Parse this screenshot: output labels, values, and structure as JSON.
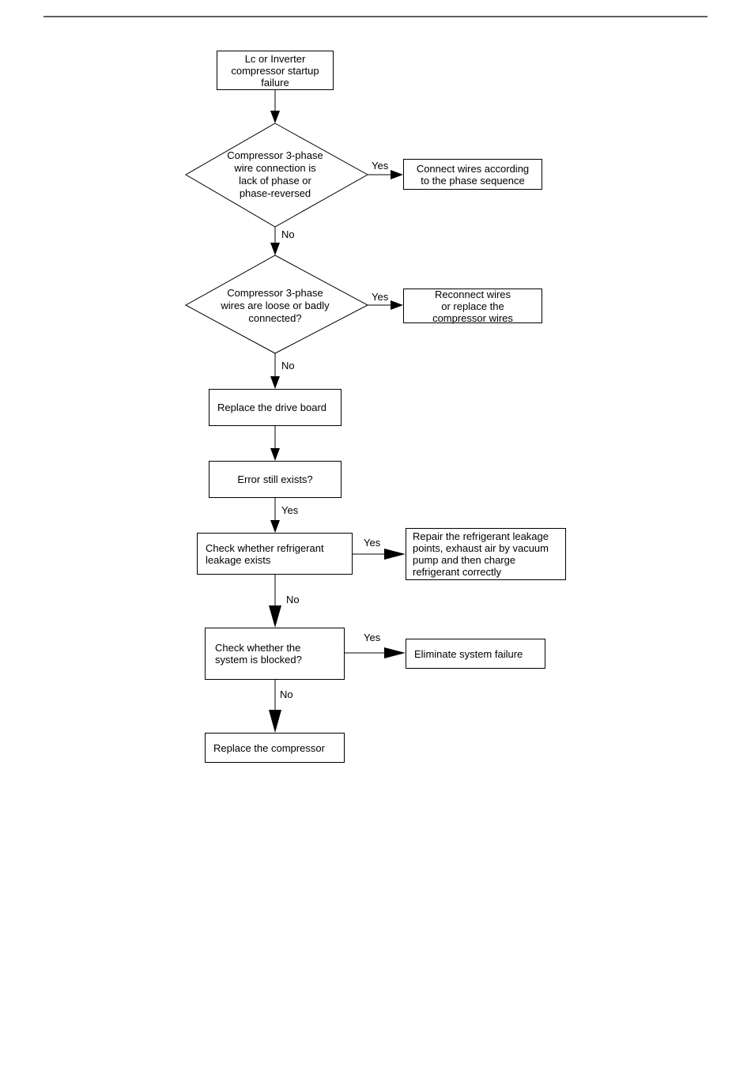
{
  "flowchart": {
    "start": "Lc or Inverter\ncompressor startup\nfailure",
    "decision1": "Compressor 3-phase\nwire connection is\nlack of phase or\nphase-reversed",
    "action1": "Connect wires according\nto the phase sequence",
    "decision2": "Compressor 3-phase\nwires are loose or badly\nconnected?",
    "action2": "Reconnect wires\nor replace the\ncompressor  wires",
    "step_drive_board": "Replace the drive board",
    "check_error": "Error still exists?",
    "check_leakage": "Check whether refrigerant\nleakage exists",
    "action_leakage": "Repair the refrigerant leakage\npoints, exhaust air by vacuum\npump and then charge\nrefrigerant correctly",
    "check_blocked": "Check whether the\nsystem is blocked?",
    "action_blocked": "Eliminate system failure",
    "final": "Replace the compressor"
  },
  "labels": {
    "yes1": "Yes",
    "no1": "No",
    "yes2": "Yes",
    "no2": "No",
    "yes3": "Yes",
    "yes4": "Yes",
    "no4": "No",
    "yes5": "Yes",
    "no5": "No"
  }
}
